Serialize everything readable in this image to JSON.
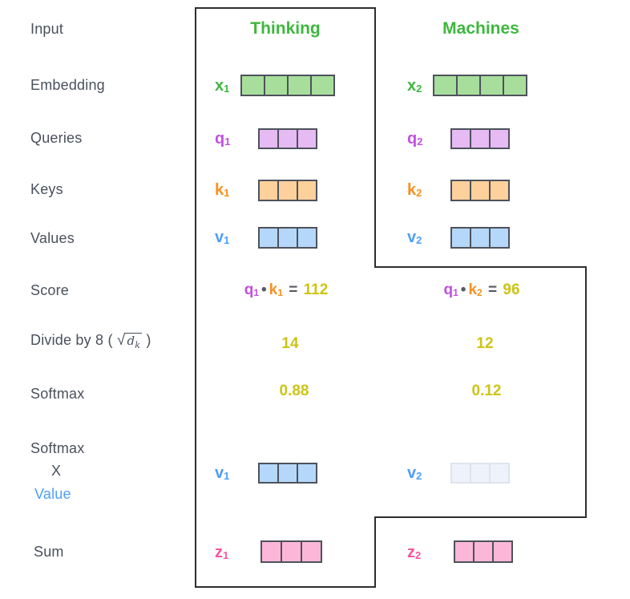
{
  "left_labels": {
    "input": "Input",
    "embedding": "Embedding",
    "queries": "Queries",
    "keys": "Keys",
    "values": "Values",
    "score": "Score",
    "divide": {
      "prefix": "Divide by 8 (",
      "radical": "√",
      "radicand_base": "d",
      "radicand_sub": "k",
      "suffix": ")"
    },
    "softmax": "Softmax",
    "softmax_x_value": {
      "line1": "Softmax",
      "line2": "X",
      "line3": "Value"
    },
    "sum": "Sum"
  },
  "headers": {
    "col1": "Thinking",
    "col2": "Machines"
  },
  "vectors": {
    "x1": {
      "base": "x",
      "sub": "1",
      "cells": 4
    },
    "x2": {
      "base": "x",
      "sub": "2",
      "cells": 4
    },
    "q1": {
      "base": "q",
      "sub": "1",
      "cells": 3
    },
    "q2": {
      "base": "q",
      "sub": "2",
      "cells": 3
    },
    "k1": {
      "base": "k",
      "sub": "1",
      "cells": 3
    },
    "k2": {
      "base": "k",
      "sub": "2",
      "cells": 3
    },
    "v1": {
      "base": "v",
      "sub": "1",
      "cells": 3
    },
    "v2": {
      "base": "v",
      "sub": "2",
      "cells": 3
    },
    "v1_weighted": {
      "base": "v",
      "sub": "1",
      "cells": 3
    },
    "v2_weighted": {
      "base": "v",
      "sub": "2",
      "cells": 3
    },
    "z1": {
      "base": "z",
      "sub": "1",
      "cells": 3
    },
    "z2": {
      "base": "z",
      "sub": "2",
      "cells": 3
    }
  },
  "scores": {
    "s1": {
      "q_base": "q",
      "q_sub": "1",
      "op": "•",
      "k_base": "k",
      "k_sub": "1",
      "eq": "=",
      "value": "112"
    },
    "s2": {
      "q_base": "q",
      "q_sub": "1",
      "op": "•",
      "k_base": "k",
      "k_sub": "2",
      "eq": "=",
      "value": "96"
    },
    "divide1": "14",
    "divide2": "12",
    "softmax1": "0.88",
    "softmax2": "0.12"
  },
  "colors": {
    "green-label": "#3eb73e",
    "green-fill": "#a8de9c",
    "purple-label": "#c050e0",
    "purple-fill": "#e6baf2",
    "orange-label": "#f6911f",
    "orange-fill": "#fdd09c",
    "blue-label": "#4d9ef7",
    "blue-fill": "#b5d8fa",
    "faded-fill": "#eef3fb",
    "faded-border": "#dde4ee",
    "pink-label": "#f9559f",
    "pink-fill": "#fcb7d8",
    "value-yellow": "#cdc414",
    "text-dark": "#4a505c",
    "cell-border": "#4d525b",
    "box-border": "#2e2e2e"
  }
}
